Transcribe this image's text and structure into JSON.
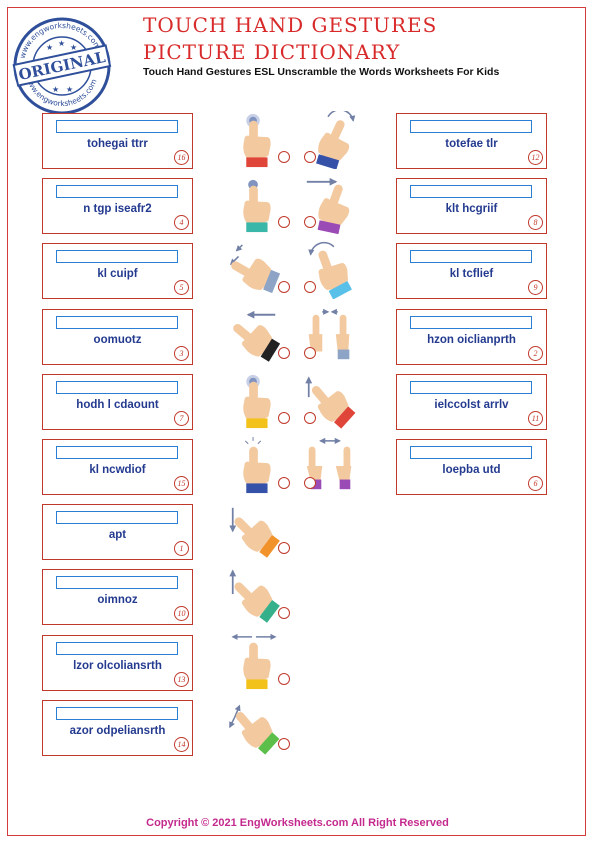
{
  "header": {
    "title_line1": "TOUCH HAND GESTURES",
    "title_line2": "PICTURE DICTIONARY",
    "subtitle": "Touch Hand Gestures ESL Unscramble the Words Worksheets For Kids",
    "stamp_text": "ORIGINAL",
    "stamp_ring_text": "www.engworksheets.com",
    "stamp_icon": "stamp-seal"
  },
  "left_cards": [
    {
      "word": "tohegai ttrr",
      "number": "16"
    },
    {
      "word": "n tgp iseafr2",
      "number": "4"
    },
    {
      "word": "kl cuipf",
      "number": "5"
    },
    {
      "word": "oomuotz",
      "number": "3"
    },
    {
      "word": "hodh l cdaount",
      "number": "7"
    },
    {
      "word": "kl ncwdiof",
      "number": "15"
    },
    {
      "word": "apt",
      "number": "1"
    },
    {
      "word": "oimnoz",
      "number": "10"
    },
    {
      "word": "lzor olcoliansrth",
      "number": "13"
    },
    {
      "word": "azor odpeliansrth",
      "number": "14"
    }
  ],
  "right_cards": [
    {
      "word": "totefae tlr",
      "number": "12"
    },
    {
      "word": "klt hcgriif",
      "number": "8"
    },
    {
      "word": "kl tcflief",
      "number": "9"
    },
    {
      "word": "hzon oiclianprth",
      "number": "2"
    },
    {
      "word": "ielccolst arrlv",
      "number": "11"
    },
    {
      "word": "loepba utd",
      "number": "6"
    }
  ],
  "pictures": [
    {
      "name": "tap-hold-hand-icon",
      "cuff": "#e0453a"
    },
    {
      "name": "rotate-hand-icon",
      "cuff": "#3552a8"
    },
    {
      "name": "tap-hand-icon",
      "cuff": "#3ab7a8"
    },
    {
      "name": "swipe-right-hand-icon",
      "cuff": "#9b4bb5"
    },
    {
      "name": "flick-left-hand-icon",
      "cuff": "#8da4c7"
    },
    {
      "name": "rotate-left-hand-icon",
      "cuff": "#59c0ea"
    },
    {
      "name": "swipe-left-hand-icon",
      "cuff": "#222222"
    },
    {
      "name": "pinch-zoom-hand-icon",
      "cuff": "#8da4c7"
    },
    {
      "name": "press-hand-icon",
      "cuff": "#f2c21b"
    },
    {
      "name": "drag-up-hand-icon",
      "cuff": "#e0453a"
    },
    {
      "name": "double-tap-hand-icon",
      "cuff": "#3552a8"
    },
    {
      "name": "spread-hands-icon",
      "cuff": "#9b4bb5"
    },
    {
      "name": "swipe-down-hand-icon",
      "cuff": "#f2922b"
    },
    {
      "name": "swipe-up-hand-icon",
      "cuff": "#36b08a"
    },
    {
      "name": "horizontal-scroll-hand-icon",
      "cuff": "#f2c21b"
    },
    {
      "name": "diagonal-scroll-hand-icon",
      "cuff": "#5bbf4a"
    }
  ],
  "colors": {
    "title": "#d82a2a",
    "card_border": "#c0392b",
    "word": "#233a8f",
    "answer_box": "#2a7fd4",
    "footer": "#c42a8e",
    "skin": "#f3c9a0",
    "arrow": "#7280a6"
  },
  "footer": {
    "text": "Copyright © 2021 EngWorksheets.com All Right Reserved"
  }
}
